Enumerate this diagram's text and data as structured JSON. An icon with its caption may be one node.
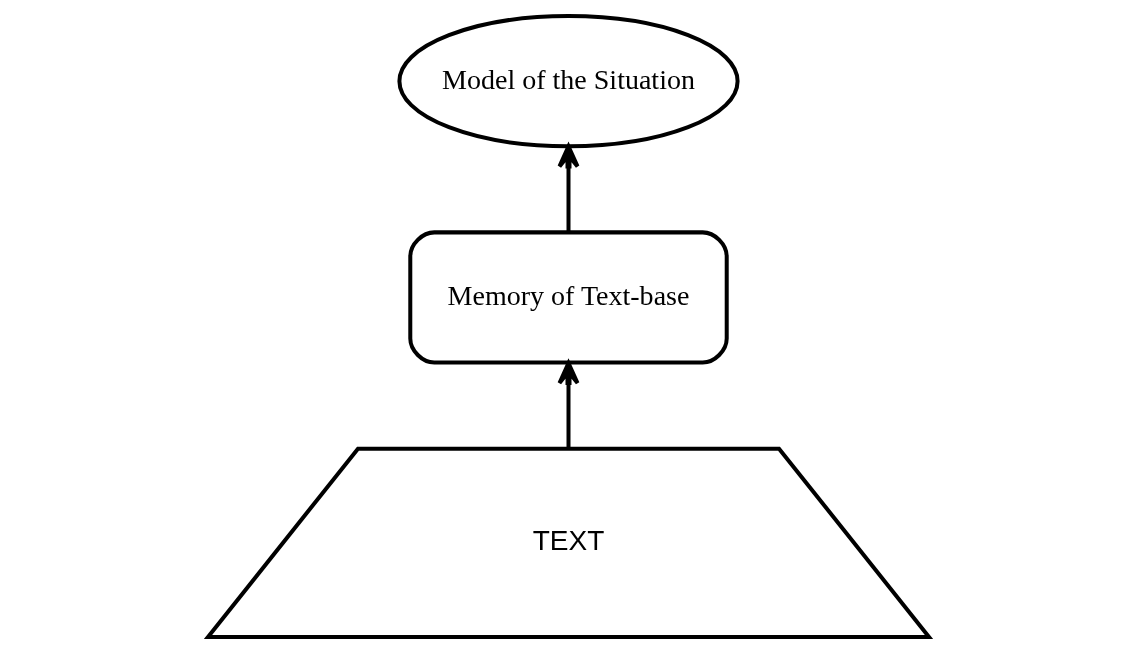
{
  "diagram": {
    "nodes": [
      {
        "text": [
          "Model of the Situation"
        ]
      },
      {
        "text": [
          "Memory of Text-base"
        ]
      },
      {
        "text": [
          "TEXT"
        ]
      }
    ],
    "edges": [
      {
        "from": 1,
        "to": 0,
        "arrow": "to"
      },
      {
        "from": 2,
        "to": 1,
        "arrow": "to"
      }
    ]
  }
}
